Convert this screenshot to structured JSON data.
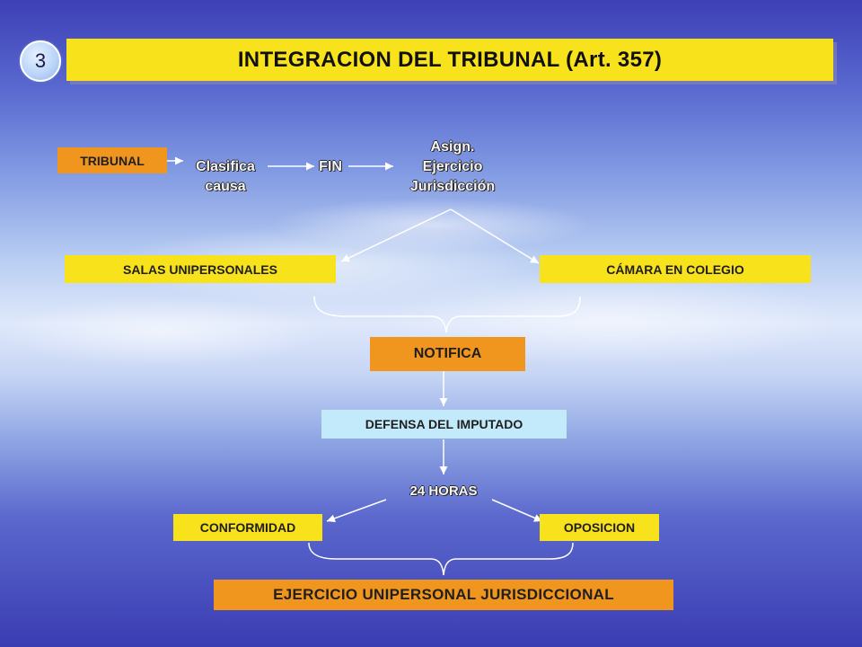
{
  "slide_number": "3",
  "title": "INTEGRACION DEL TRIBUNAL (Art. 357)",
  "nodes": {
    "tribunal": "TRIBUNAL",
    "clasifica_line1": "Clasifica",
    "clasifica_line2": "causa",
    "fin": "FIN",
    "asign_line1": "Asign.",
    "asign_line2": "Ejercicio",
    "asign_line3": "Jurisdicción",
    "salas": "SALAS UNIPERSONALES",
    "camara": "CÁMARA EN COLEGIO",
    "notifica": "NOTIFICA",
    "defensa": "DEFENSA DEL IMPUTADO",
    "horas": "24 HORAS",
    "conformidad": "CONFORMIDAD",
    "oposicion": "OPOSICION",
    "ejercicio": "EJERCICIO UNIPERSONAL JURISDICCIONAL"
  },
  "colors": {
    "yellow": "#f8e21c",
    "orange": "#f0951e",
    "light_blue": "#c3eafa",
    "line": "#ffffff"
  }
}
